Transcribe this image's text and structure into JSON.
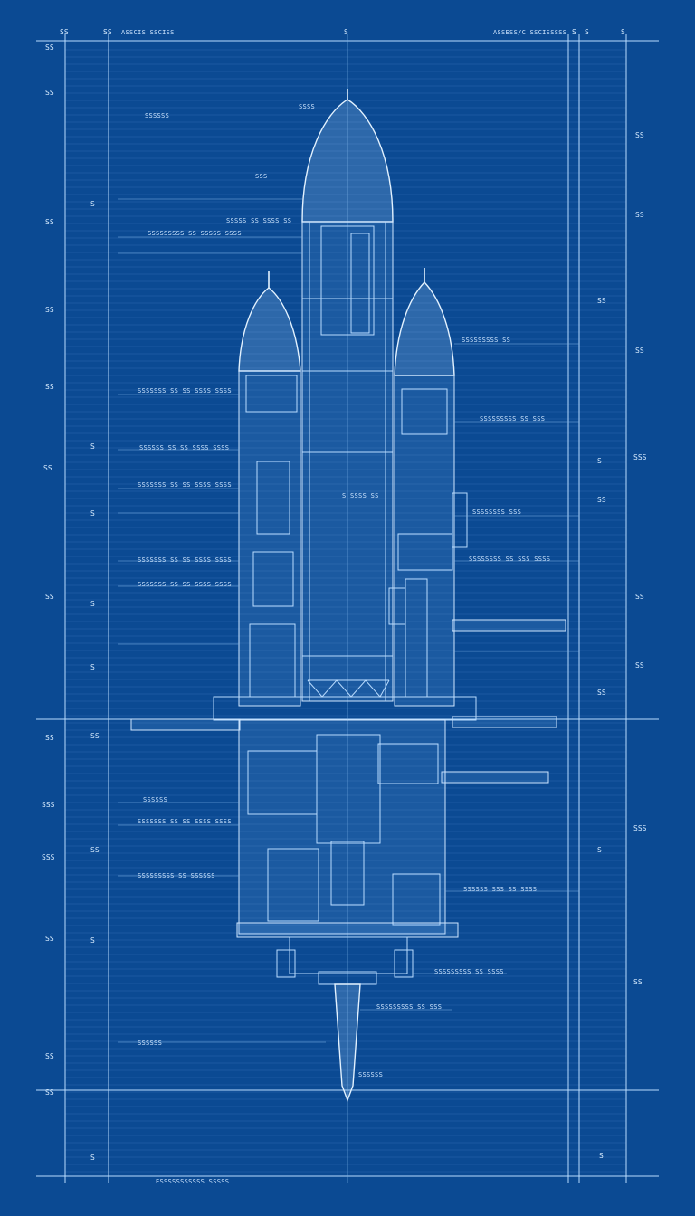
{
  "top_title_left": "ASSCIS SSCISS",
  "top_title_right": "ASSESS/C SSCISSSSS",
  "bottom_caption": "ESSSSSSSSSSS SSSSS",
  "top_marks": [
    "SS",
    "SS",
    "S",
    "S",
    "S",
    "S"
  ],
  "callouts_left": [
    "SSSSSS",
    "SSSSSSSSS SS SSSSS SSSS",
    "SSSSSSS SS SS SSSS SSSS",
    "SSSSSS SS SS SSSS SSSS",
    "SSSSSSS SS SS SSSS SSSS",
    "SSSSSSS SS SS SSSS SSSS",
    "SSSSSSS SS SS SSSS SSSS",
    "SSSSSS",
    "SSSSSSS SS SS SSSS SSSS",
    "SSSSSSSSS SS SSSSSS",
    "SSSSSS"
  ],
  "callouts_center": [
    "SSSS",
    "SSS",
    "SSSSS SS SSSS SS",
    "S SSSS SS",
    "SSSSSS"
  ],
  "callouts_right": [
    "SSSSSSSSS SS",
    "SSSSSSSSS SS SSS",
    "SSSSSSSS SSS",
    "SSSSSSSS SS SSS SSSS",
    "SSSSSS SSS SS SSSS",
    "SSSSSSSSS SS SSSS",
    "SSSSSSSSS SS SSS"
  ],
  "dims_left": [
    "SS",
    "SS",
    "S",
    "SS",
    "SS",
    "SS",
    "S",
    "SS",
    "S",
    "S",
    "SS",
    "S",
    "SS",
    "SS",
    "SSS",
    "SS",
    "SSS",
    "SS",
    "SS",
    "S",
    "SS",
    "S"
  ],
  "dims_right": [
    "SS",
    "SS",
    "SS",
    "SS",
    "SSS",
    "S",
    "SS",
    "SS",
    "SS",
    "SS",
    "SSS",
    "S",
    "SS",
    "S"
  ],
  "colors": {
    "background": "#0b4a93",
    "line": "#b9dcff",
    "highlight": "#e3f2ff"
  }
}
